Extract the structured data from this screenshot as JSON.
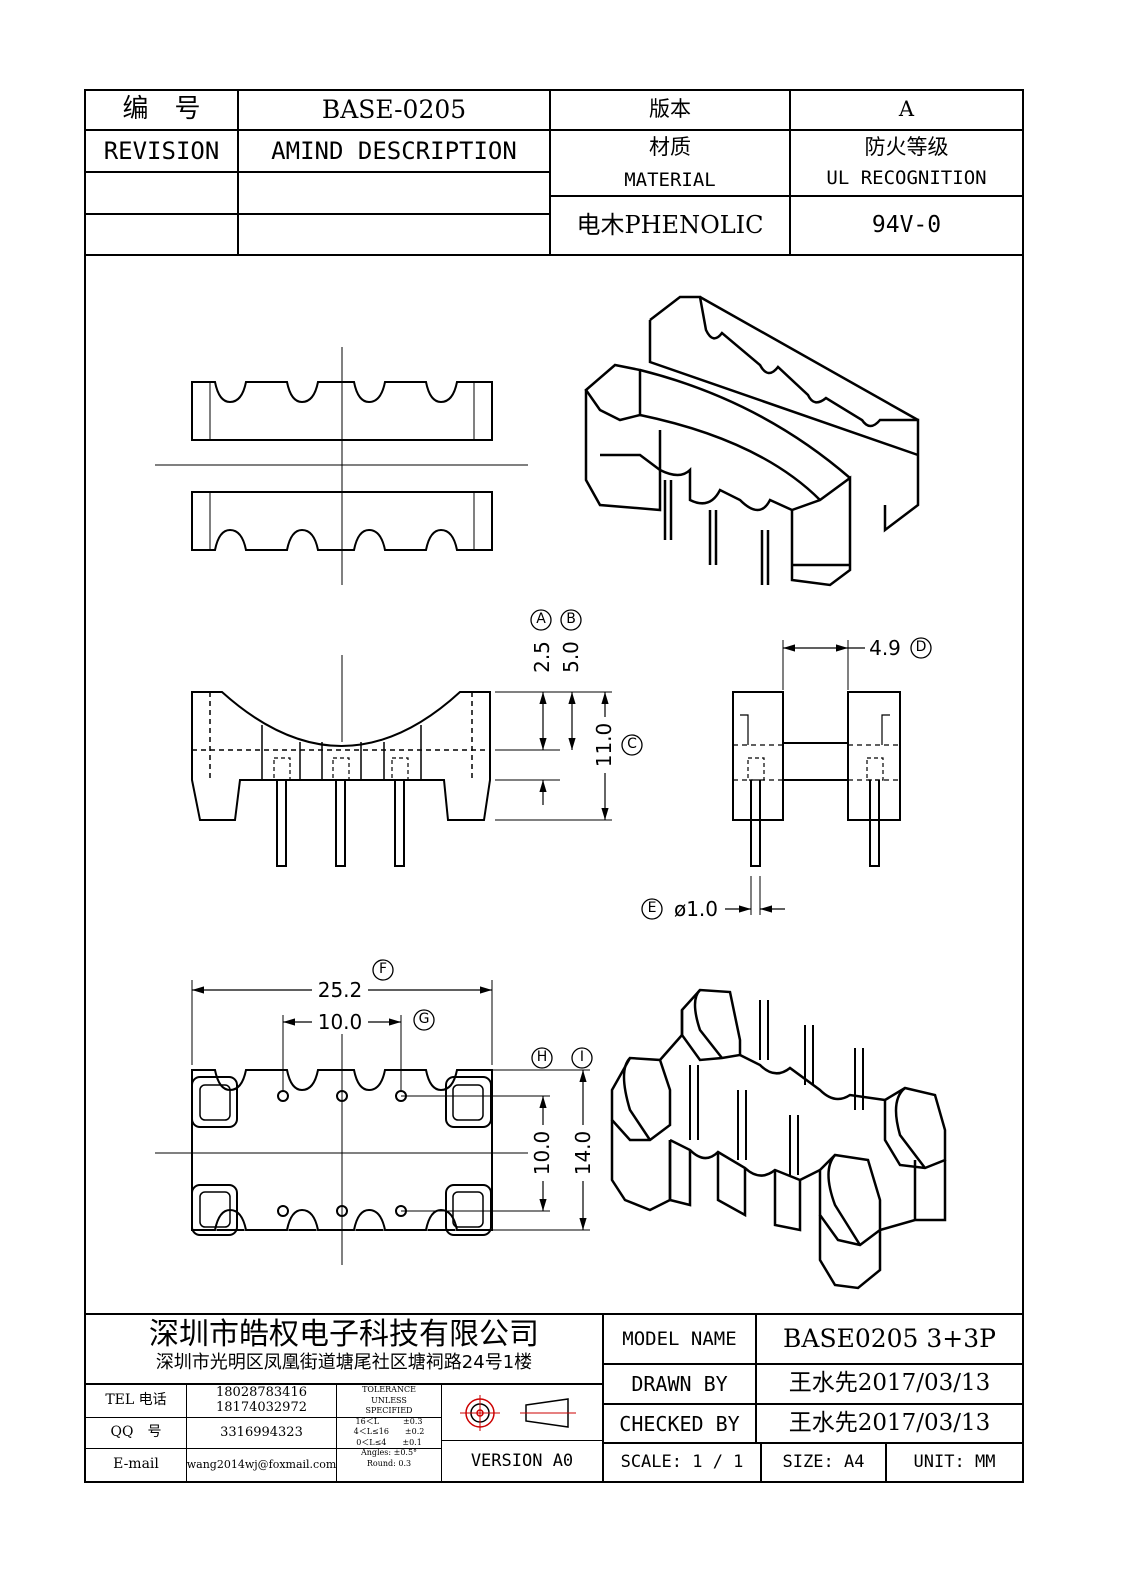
{
  "header": {
    "number_label": "编　号",
    "part_number": "BASE-0205",
    "version_label": "版本",
    "version_value": "A",
    "revision_label": "REVISION",
    "amend_label": "AMIND DESCRIPTION",
    "material_label_cn": "材质",
    "material_label_en": "MATERIAL",
    "fire_label_cn": "防火等级",
    "fire_label_en": "UL RECOGNITION",
    "material_value": "电木PHENOLIC",
    "fire_value": "94V-0"
  },
  "dimensions": {
    "d_A": "A",
    "d_B": "B",
    "d_C": "C",
    "d_D": "D",
    "d_E": "E",
    "d_F": "F",
    "d_G": "G",
    "d_H": "H",
    "d_I": "I",
    "v_2_5": "2.5",
    "v_5_0": "5.0",
    "v_11_0": "11.0",
    "v_4_9": "4.9",
    "v_pin": "ø1.0",
    "v_25_2": "25.2",
    "v_10_0_top": "10.0",
    "v_10_0_side": "10.0",
    "v_14_0": "14.0"
  },
  "footer": {
    "company": "深圳市皓权电子科技有限公司",
    "address": "深圳市光明区凤凰街道塘尾社区塘祠路24号1楼",
    "tel_label": "TEL 电话",
    "tel_1": "18028783416",
    "tel_2": "18174032972",
    "qq_label": "QQ　号",
    "qq_value": "3316994323",
    "email_label": "E-mail",
    "email_value": "wang2014wj@foxmail.com",
    "tolerance_title_1": "TOLERANCE",
    "tolerance_title_2": "UNLESS",
    "tolerance_title_3": "SPECIFIED",
    "tol_row1": "16＜L　　　±0.3",
    "tol_row2": "4＜L≤16　　±0.2",
    "tol_row3": "0＜L≤4　　±0.1",
    "tol_row4": "Angles: ±0.5°",
    "tol_row5": "Round: 0.3",
    "version": "VERSION A0",
    "model_label": "MODEL NAME",
    "model_value": "BASE0205 3+3P",
    "drawn_label": "DRAWN BY",
    "drawn_value": "王水先2017/03/13",
    "checked_label": "CHECKED BY",
    "checked_value": "王水先2017/03/13",
    "scale_label": "SCALE: 1 / 1",
    "size_label": "SIZE: A4",
    "unit_label": "UNIT: MM"
  }
}
